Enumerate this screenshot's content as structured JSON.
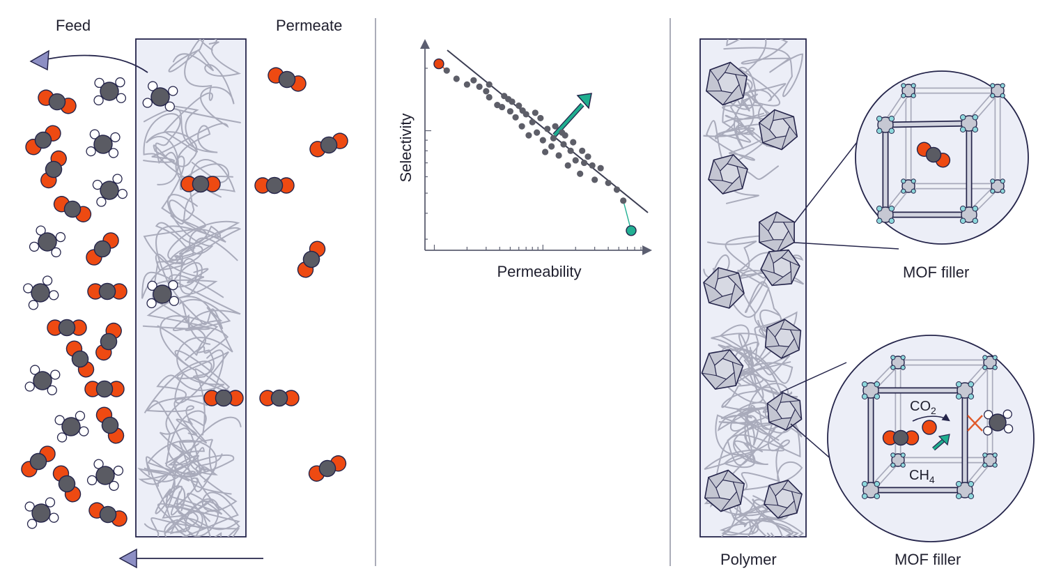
{
  "labels": {
    "feed": "Feed",
    "permeate": "Permeate",
    "polymer": "Polymer",
    "mof_filler_top": "MOF filler",
    "mof_filler_bottom": "MOF filler",
    "co2": "CO",
    "co2_sub": "2",
    "ch4": "CH",
    "ch4_sub": "4"
  },
  "chart_data": {
    "type": "scatter",
    "xlabel": "Permeability",
    "ylabel": "Selectivity",
    "x_scale": "log",
    "y_scale": "log",
    "tick_labels_shown": false,
    "grid": false,
    "upper_bound_line": true,
    "trend_arrow": "up-right",
    "points": [
      [
        1.3,
        1.95
      ],
      [
        1.6,
        1.78
      ],
      [
        2.0,
        1.67
      ],
      [
        2.3,
        1.75
      ],
      [
        2.6,
        1.63
      ],
      [
        3.2,
        1.67
      ],
      [
        3.2,
        1.45
      ],
      [
        3.8,
        1.33
      ],
      [
        4.2,
        1.3
      ],
      [
        4.4,
        1.47
      ],
      [
        5.0,
        1.24
      ],
      [
        5.2,
        1.38
      ],
      [
        5.6,
        1.16
      ],
      [
        6.0,
        1.32
      ],
      [
        6.4,
        1.05
      ],
      [
        7.0,
        1.2
      ],
      [
        7.4,
        0.95
      ],
      [
        8.0,
        1.1
      ],
      [
        8.8,
        0.98
      ],
      [
        10.0,
        0.9
      ],
      [
        10.5,
        0.79
      ],
      [
        11.0,
        1.02
      ],
      [
        12.5,
        0.92
      ],
      [
        14.0,
        0.76
      ],
      [
        15.5,
        0.86
      ],
      [
        17.0,
        0.68
      ],
      [
        18.0,
        0.8
      ],
      [
        20.0,
        0.72
      ],
      [
        22.0,
        0.62
      ],
      [
        24.0,
        0.7
      ],
      [
        26.0,
        0.75
      ],
      [
        28.5,
        0.68
      ],
      [
        30.0,
        0.58
      ],
      [
        34.0,
        0.66
      ],
      [
        40.0,
        0.56
      ],
      [
        6.5,
        1.25
      ],
      [
        9.5,
        1.15
      ],
      [
        13.0,
        1.05
      ],
      [
        16.0,
        0.95
      ],
      [
        19.0,
        0.88
      ],
      [
        12.0,
        0.84
      ],
      [
        15.0,
        0.98
      ],
      [
        23.0,
        0.8
      ],
      [
        48.0,
        0.52
      ],
      [
        55.0,
        0.46
      ],
      [
        3.0,
        1.55
      ],
      [
        4.8,
        1.42
      ],
      [
        8.5,
        1.22
      ]
    ],
    "endpoints": [
      {
        "x": 1.1,
        "y": 2.1,
        "color": "#e8440f"
      },
      {
        "x": 65.0,
        "y": 0.33,
        "color": "#22b093"
      }
    ]
  },
  "colors": {
    "oxygen": "#ee4a12",
    "carbon": "#5a5b63",
    "hydrogen": "#ffffff",
    "outline": "#24244a",
    "membrane": "#eceef7",
    "strand": "#a9abbb",
    "accent_teal": "#1fae8f",
    "axis": "#5b5e70"
  }
}
